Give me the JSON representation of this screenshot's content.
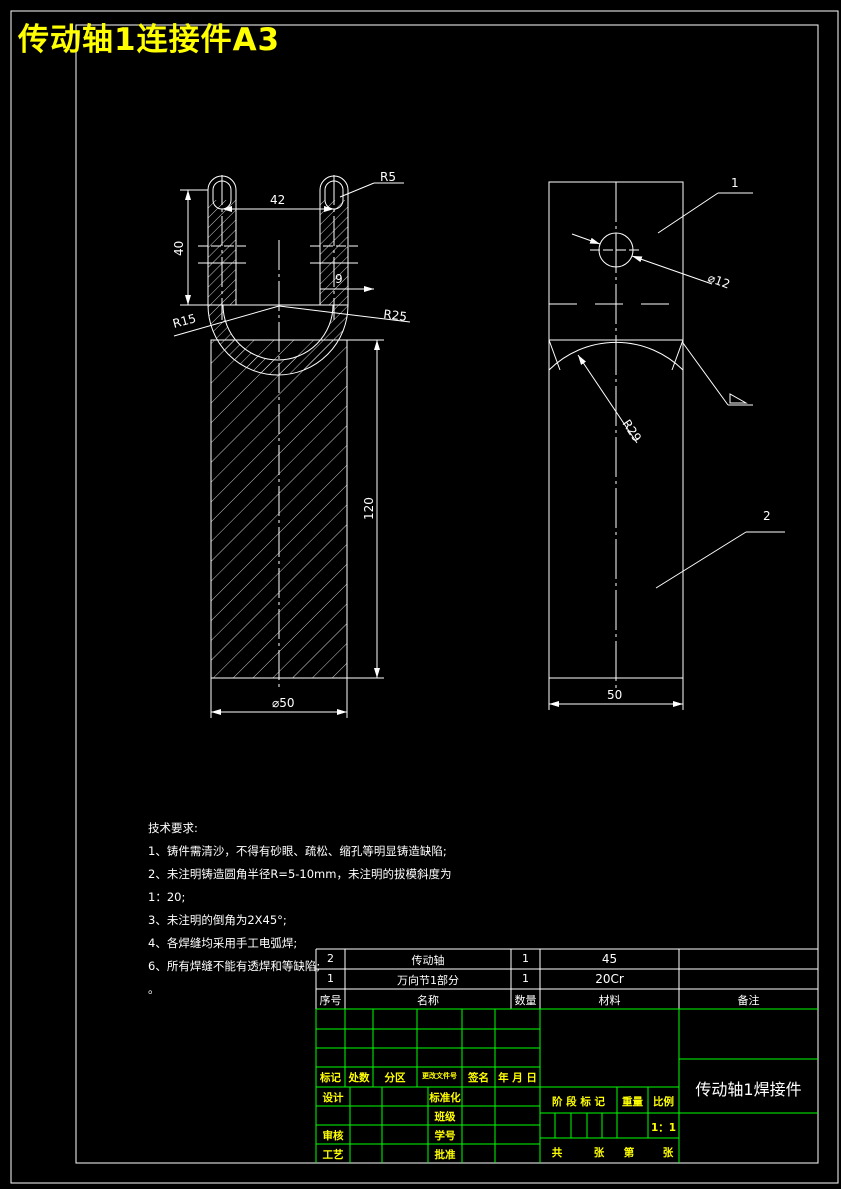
{
  "title": "传动轴1连接件A3",
  "dimensions": {
    "d42": "42",
    "r5": "R5",
    "d40": "40",
    "d9": "9",
    "r15": "R15",
    "r25": "R25",
    "d120": "120",
    "phi50": "⌀50",
    "phi12": "⌀12",
    "r29": "R29",
    "d50": "50"
  },
  "leaders": {
    "part1": "1",
    "part2": "2"
  },
  "notes": [
    "技术要求:",
    "1、铸件需清沙，不得有砂眼、疏松、缩孔等明显铸造缺陷;",
    "2、未注明铸造圆角半径R=5-10mm，未注明的拔模斜度为",
    "1：20;",
    "3、未注明的倒角为2X45°;",
    "4、各焊缝均采用手工电弧焊;",
    "6、所有焊缝不能有透焊和等缺陷;",
    "。"
  ],
  "bom": {
    "rows": [
      {
        "no": "2",
        "name": "传动轴",
        "qty": "1",
        "material": "45",
        "note": ""
      },
      {
        "no": "1",
        "name": "万向节1部分",
        "qty": "1",
        "material": "20Cr",
        "note": ""
      }
    ],
    "headers": {
      "no": "序号",
      "name": "名称",
      "qty": "数量",
      "material": "材料",
      "note": "备注"
    }
  },
  "titleblock": {
    "biaoji": "标记",
    "chushu": "处数",
    "fenqu": "分区",
    "wenjian": "更改文件号",
    "qianming": "签名",
    "nianyueri": "年 月 日",
    "sheji": "设计",
    "biaozhunhua": "标准化",
    "banji": "班级",
    "shenhe": "审核",
    "xuehao": "学号",
    "gongyi": "工艺",
    "pizhun": "批准",
    "jieduan": "阶 段 标 记",
    "zhongliang": "重量",
    "bili": "比例",
    "scale": "1：1",
    "gong": "共",
    "zhang1": "张",
    "di": "第",
    "zhang2": "张",
    "drawing_name": "传动轴1焊接件"
  }
}
